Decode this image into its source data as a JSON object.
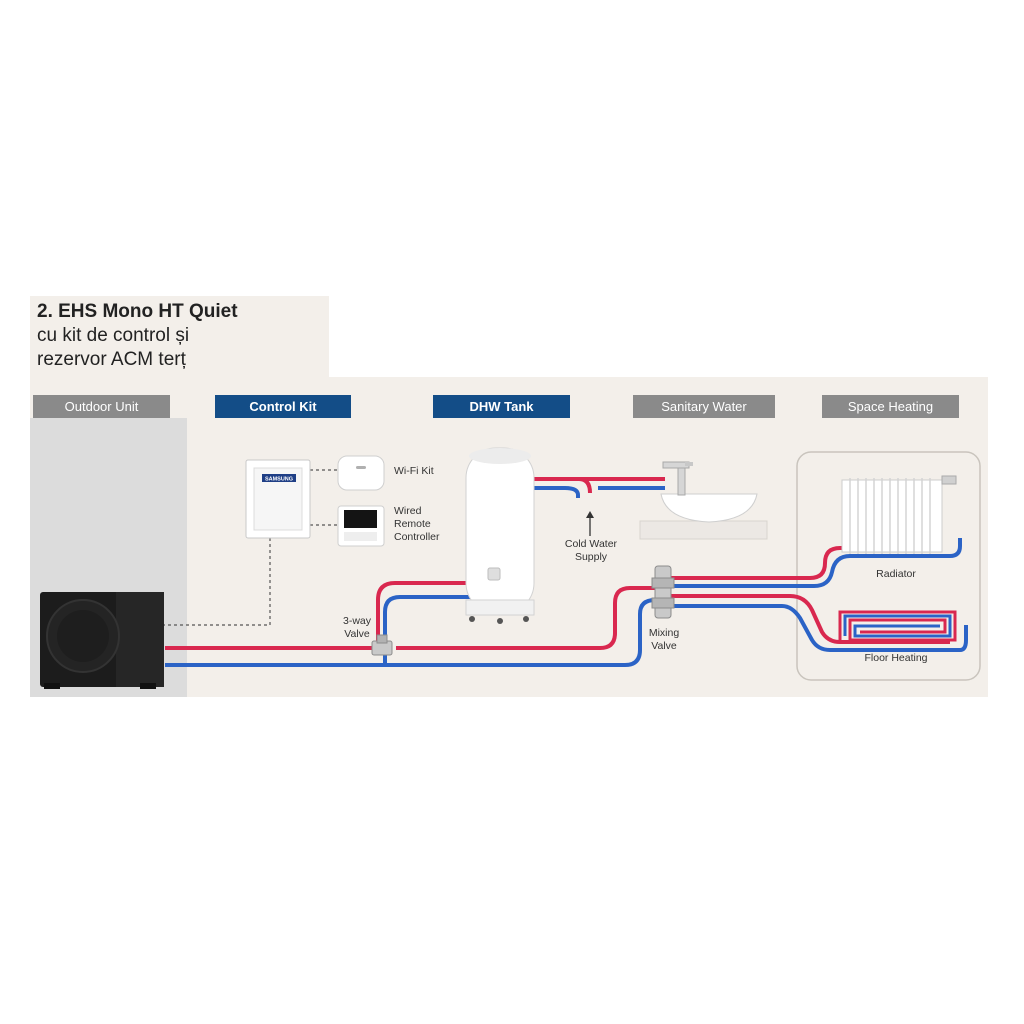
{
  "title": {
    "line1": "2. EHS Mono HT Quiet",
    "line2": "cu kit de control și",
    "line3": "rezervor ACM terț"
  },
  "headers": {
    "outdoor_unit": "Outdoor Unit",
    "control_kit": "Control Kit",
    "dhw_tank": "DHW Tank",
    "sanitary_water": "Sanitary Water",
    "space_heating": "Space Heating"
  },
  "labels": {
    "wifi_kit": "Wi-Fi Kit",
    "wired_remote": [
      "Wired",
      "Remote",
      "Controller"
    ],
    "cold_water": [
      "Cold Water",
      "Supply"
    ],
    "three_way": [
      "3-way",
      "Valve"
    ],
    "mixing": [
      "Mixing",
      "Valve"
    ],
    "radiator": "Radiator",
    "floor_heating": "Floor Heating"
  },
  "brand": "SAMSUNG",
  "colors": {
    "hot_pipe": "#d9284f",
    "cold_pipe": "#2b63c6",
    "header_blue": "#134d87",
    "header_gray": "#8a8a8a",
    "panel_bg": "#f3efea"
  }
}
